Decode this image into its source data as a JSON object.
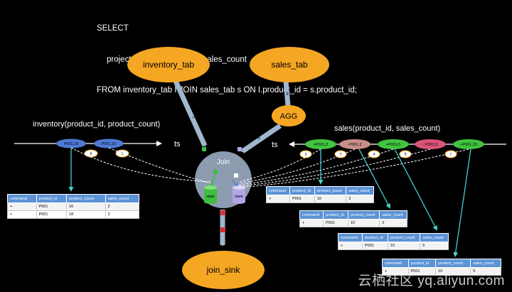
{
  "sql": {
    "line1": "SELECT",
    "line2": "project_id, product_count, sales_count",
    "line3": "FROM inventory_tab I JOIN sales_tab s ON I.product_id = s.product_id;"
  },
  "nodes": {
    "inventory_tab": "inventory_tab",
    "sales_tab": "sales_tab",
    "agg": "AGG",
    "join": "Join",
    "join_sink": "join_sink",
    "state": "state"
  },
  "edge_labels": {
    "inventory_to_join": "I",
    "sales_to_agg": "II",
    "agg_to_join": "II"
  },
  "streams": {
    "inventory": {
      "label": "inventory(product_id, product_count)",
      "axis": "ts",
      "events": [
        "P001,18",
        "P001,10"
      ],
      "markers": [
        "6",
        "1"
      ]
    },
    "sales": {
      "label": "sales(product_id, sales_count)",
      "axis": "ts",
      "events": [
        "+P001,2",
        "-P001,2",
        "+P001,5",
        "- P001,5",
        "+P001,20"
      ],
      "markers": [
        "2",
        "3",
        "4",
        "5",
        "7"
      ]
    }
  },
  "tables": {
    "headers": [
      "command",
      "product_id",
      "product_count",
      "sales_count"
    ],
    "inventory_result": [
      [
        "+",
        "P001",
        "16",
        "2"
      ],
      [
        "+",
        "P001",
        "18",
        "2"
      ]
    ],
    "sales_results": [
      [
        [
          "+",
          "P001",
          "10",
          "2"
        ]
      ],
      [
        [
          "+",
          "P001",
          "10",
          "2"
        ]
      ],
      [
        [
          "+",
          "P001",
          "10",
          "5"
        ]
      ],
      [
        [
          "+",
          "P001",
          "10",
          "5"
        ]
      ]
    ]
  },
  "watermark": "云栖社区 yq.aliyun.com",
  "colors": {
    "node_orange": "#f5a623",
    "join_gray": "#8c9bb0",
    "state_green": "#3dbf3d",
    "state_purple": "#b3a6e6",
    "event_blue": "#4f7ad6",
    "event_green": "#41c441",
    "event_pink": "#d9547a",
    "arrow_blue": "#9fb7cf",
    "pointer_cyan": "#47d1d1",
    "header_blue": "#5c93d6"
  }
}
